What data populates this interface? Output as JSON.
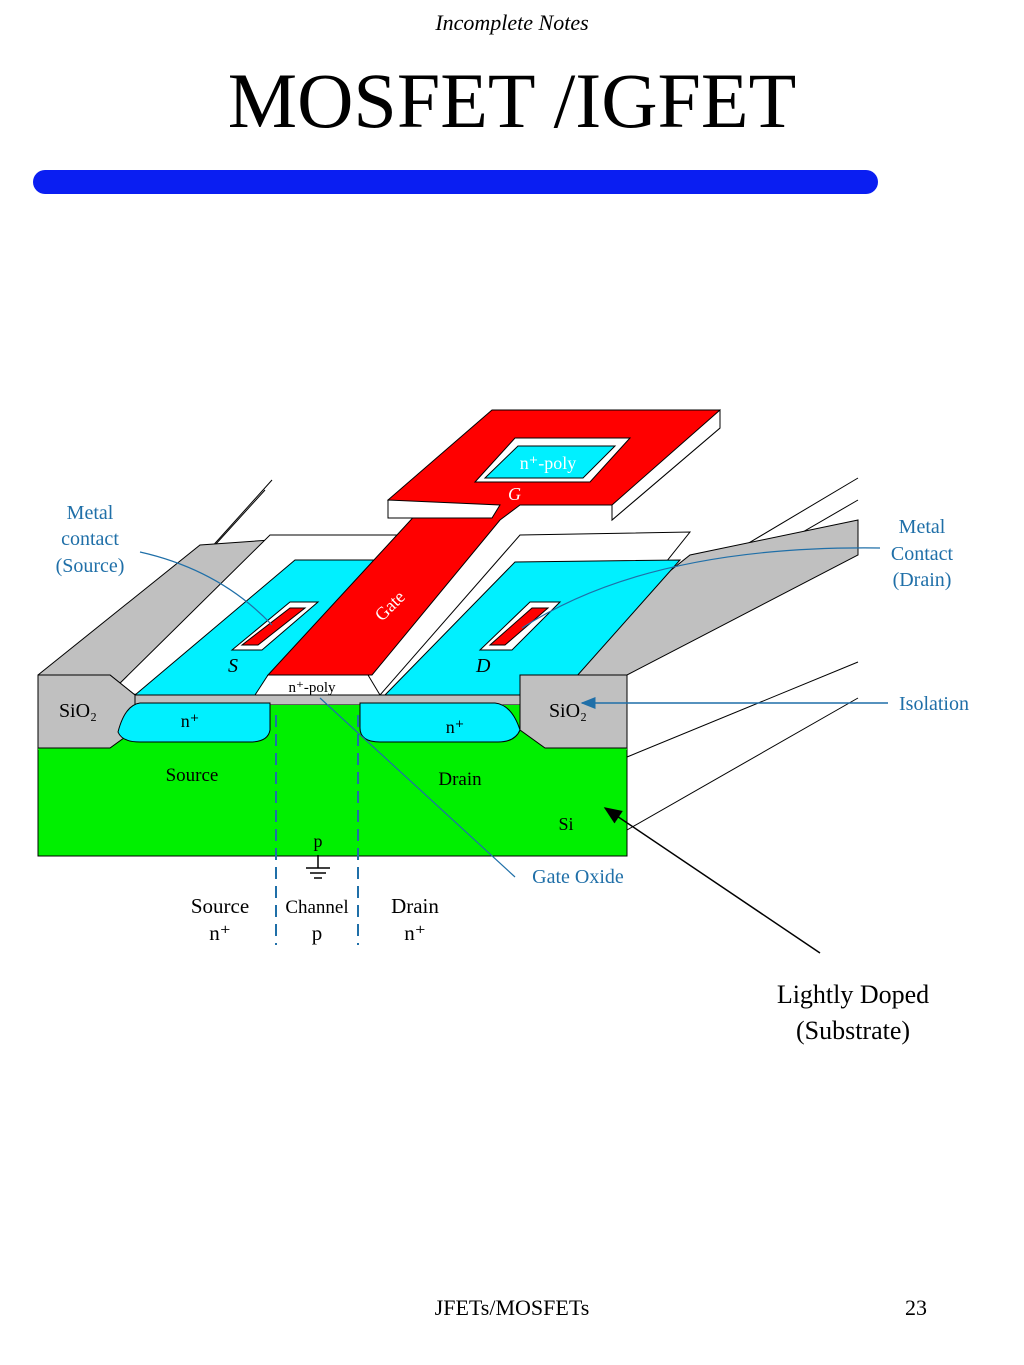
{
  "header_note": "Incomplete Notes",
  "title": "MOSFET /IGFET",
  "footer": {
    "left": "JFETs/MOSFETs",
    "page_number": "23"
  },
  "colors": {
    "title_bar": "#0a1ef2",
    "gate": "#ff0000",
    "contact": "#00f0ff",
    "oxide": "#c0c0c0",
    "substrate": "#00f000",
    "callout": "#1f6fa8"
  },
  "diagram": {
    "labels": {
      "gate_top_poly": "n⁺-poly",
      "gate_top_letter": "G",
      "gate_strip": "Gate",
      "source_letter": "S",
      "drain_letter": "D",
      "gate_poly": "n⁺-poly",
      "sio2_left": "SiO₂",
      "sio2_right": "SiO₂",
      "n_left": "n⁺",
      "n_right": "n⁺",
      "source_region": "Source",
      "drain_region": "Drain",
      "si": "Si",
      "p": "p",
      "metal_source": [
        "Metal",
        "contact",
        "(Source)"
      ],
      "metal_drain": [
        "Metal",
        "Contact",
        "(Drain)"
      ],
      "isolation": "Isolation",
      "gate_oxide": "Gate Oxide",
      "bottom_source": [
        "Source",
        "n⁺"
      ],
      "bottom_channel": [
        "Channel",
        "p"
      ],
      "bottom_drain": [
        "Drain",
        "n⁺"
      ],
      "lightly_doped": [
        "Lightly Doped",
        "(Substrate)"
      ]
    }
  }
}
